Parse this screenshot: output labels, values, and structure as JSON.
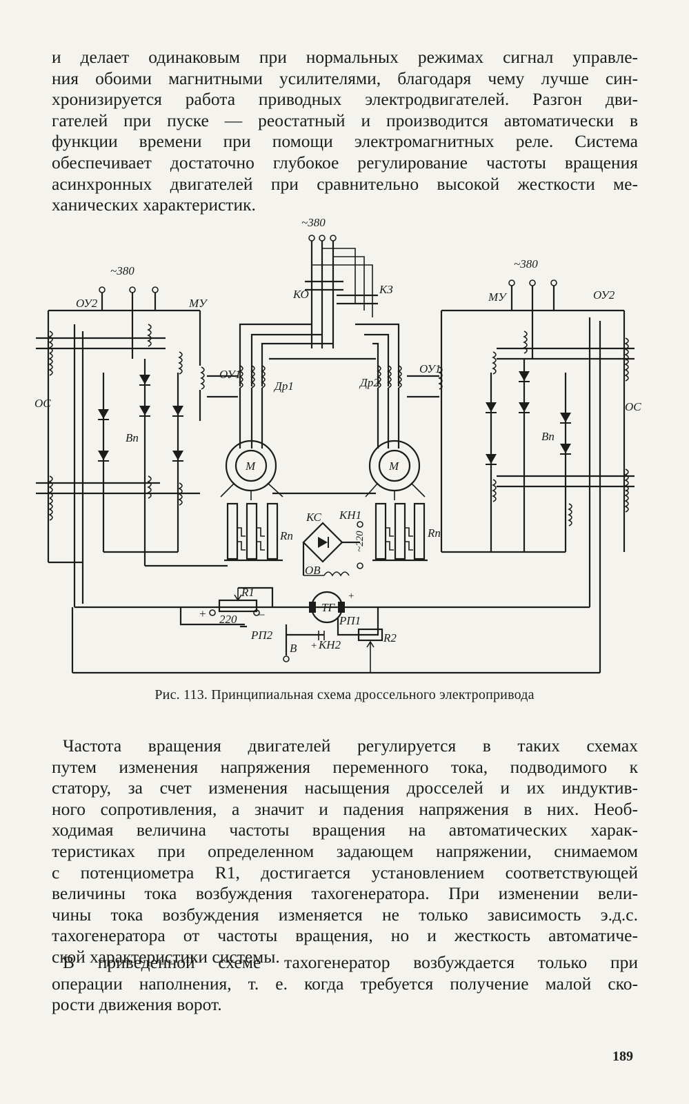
{
  "paragraph_1": [
    "и делает одинаковым при нормальных режимах сигнал управле-",
    "ния обоими магнитными усилителями, благодаря чему лучше син-",
    "хронизируется работа приводных электродвигателей. Разгон дви-",
    "гателей при пуске — реостатный и производится автоматически в",
    "функции времени при помощи электромагнитных реле. Система",
    "обеспечивает достаточно глубокое регулирование частоты вращения",
    "асинхронных двигателей при сравнительно высокой жесткости ме-",
    "ханических характеристик."
  ],
  "figure": {
    "labels": {
      "supply_top": "~380",
      "supply_left": "~380",
      "supply_right": "~380",
      "ou2_left": "ОУ2",
      "mu_left": "МУ",
      "mu_right": "МУ",
      "ou2_right": "ОУ2",
      "ko": "КО",
      "kz": "КЗ",
      "ou1_left": "ОУ1",
      "ou1_right": "ОУ1",
      "dr1": "Др1",
      "dr2": "Др2",
      "os_left": "ОС",
      "os_right": "ОС",
      "vp_left": "Вп",
      "vp_right": "Вп",
      "motor_left": "М",
      "motor_right": "М",
      "rp_left": "Rп",
      "rp_right": "Rп",
      "ks": "КС",
      "kn1": "КН1",
      "v220": "~220",
      "ov": "ОВ",
      "r1": "R1",
      "plus": "+",
      "minus": "–",
      "dc220": "220",
      "tg": "ТГ",
      "rp1": "РП1",
      "rp2": "РП2",
      "kn2": "КН2",
      "r2": "R2",
      "b": "В",
      "tg_minus": "–",
      "tg_plus": "+",
      "kn2_plus": "+"
    }
  },
  "caption": "Рис. 113. Принципиальная схема дроссельного электропривода",
  "paragraph_2": [
    "Частота вращения двигателей регулируется в таких схемах",
    "путем изменения напряжения переменного тока, подводимого к",
    "статору, за счет изменения насыщения дросселей и их индуктив-",
    "ного сопротивления, а значит и падения напряжения в них. Необ-",
    "ходимая величина частоты вращения на автоматических харак-",
    "теристиках при определенном задающем напряжении, снимаемом",
    "с потенциометра R1, достигается установлением соответствующей",
    "величины тока возбуждения тахогенератора. При изменении вели-",
    "чины тока возбуждения изменяется не только зависимость э.д.с.",
    "тахогенератора от частоты вращения, но и жесткость автоматиче-",
    "ской характеристики системы."
  ],
  "paragraph_3": [
    "В приведенной схеме тахогенератор возбуждается только при",
    "операции наполнения, т. е. когда требуется получение малой ско-",
    "рости движения ворот."
  ],
  "page_number": "189"
}
